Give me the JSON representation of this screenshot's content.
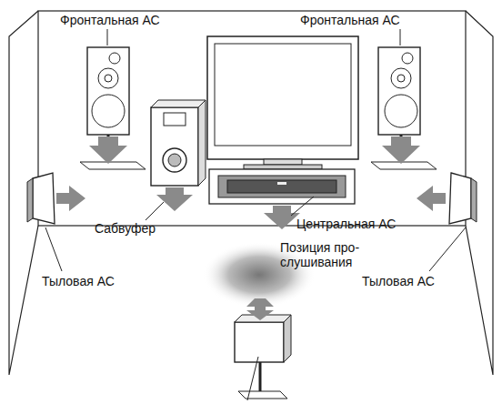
{
  "diagram": {
    "labels": [
      "Фронтальная АС",
      "Фронтальная АС",
      "Сабвуфер",
      "Центральная АС",
      "Позиция про-слушивания",
      "Тыловая АС",
      "Тыловая АС"
    ]
  }
}
